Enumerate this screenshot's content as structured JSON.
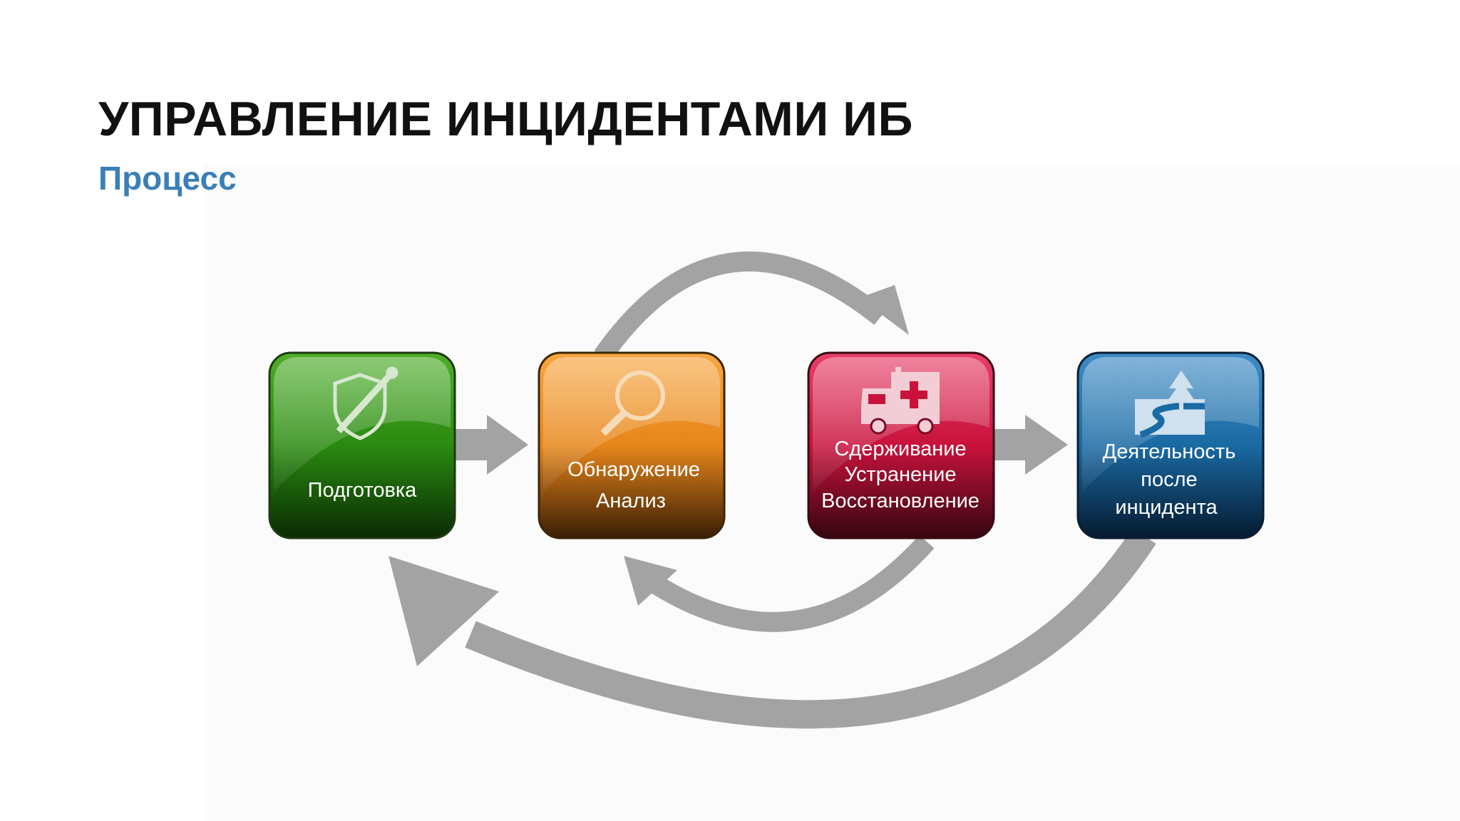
{
  "slide": {
    "title": "УПРАВЛЕНИЕ ИНЦИДЕНТАМИ ИБ",
    "subtitle": "Процесс"
  },
  "diagram": {
    "steps": [
      {
        "lines": [
          "Подготовка"
        ],
        "icon": "shield-pen-icon",
        "color": "#2e8f14"
      },
      {
        "lines": [
          "Обнаружение",
          "Анализ"
        ],
        "icon": "magnifier-icon",
        "color": "#e8871a"
      },
      {
        "lines": [
          "Сдерживание",
          "Устранение",
          "Восстановление"
        ],
        "icon": "ambulance-icon",
        "color": "#c8123c"
      },
      {
        "lines": [
          "Деятельность",
          "после",
          "инцидента"
        ],
        "icon": "road-tree-icon",
        "color": "#1a6aa3"
      }
    ],
    "arrow_color": "#a3a3a3"
  }
}
